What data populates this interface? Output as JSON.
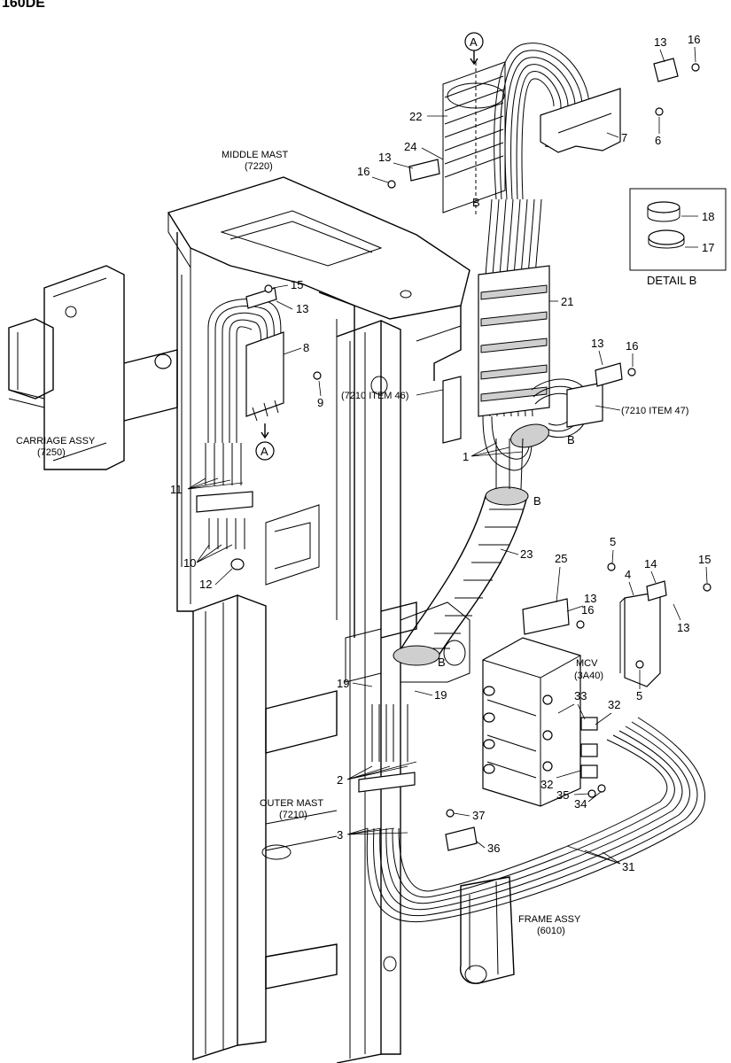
{
  "header": {
    "model": "160DE"
  },
  "assemblies": {
    "middle_mast": "MIDDLE MAST",
    "middle_mast_code": "(7220)",
    "carriage": "CARRIAGE ASSY",
    "carriage_code": "(7250)",
    "outer_mast": "OUTER MAST",
    "outer_mast_code": "(7210)",
    "frame": "FRAME ASSY",
    "frame_code": "(6010)",
    "mcv": "MCV",
    "mcv_code": "(3A40)",
    "item46": "(7210 ITEM 46)",
    "item47": "(7210 ITEM 47)"
  },
  "detail": {
    "title": "DETAIL B",
    "p18": "18",
    "p17": "17"
  },
  "refs": {
    "A": "A",
    "B": "B"
  },
  "parts": {
    "p1": "1",
    "p2": "2",
    "p3": "3",
    "p4": "4",
    "p5": "5",
    "p6": "6",
    "p7": "7",
    "p8": "8",
    "p9": "9",
    "p10": "10",
    "p11": "11",
    "p12": "12",
    "p13": "13",
    "p14": "14",
    "p15": "15",
    "p16": "16",
    "p19": "19",
    "p21": "21",
    "p22": "22",
    "p23": "23",
    "p24": "24",
    "p25": "25",
    "p31": "31",
    "p32": "32",
    "p33": "33",
    "p34": "34",
    "p35": "35",
    "p36": "36",
    "p37": "37"
  }
}
